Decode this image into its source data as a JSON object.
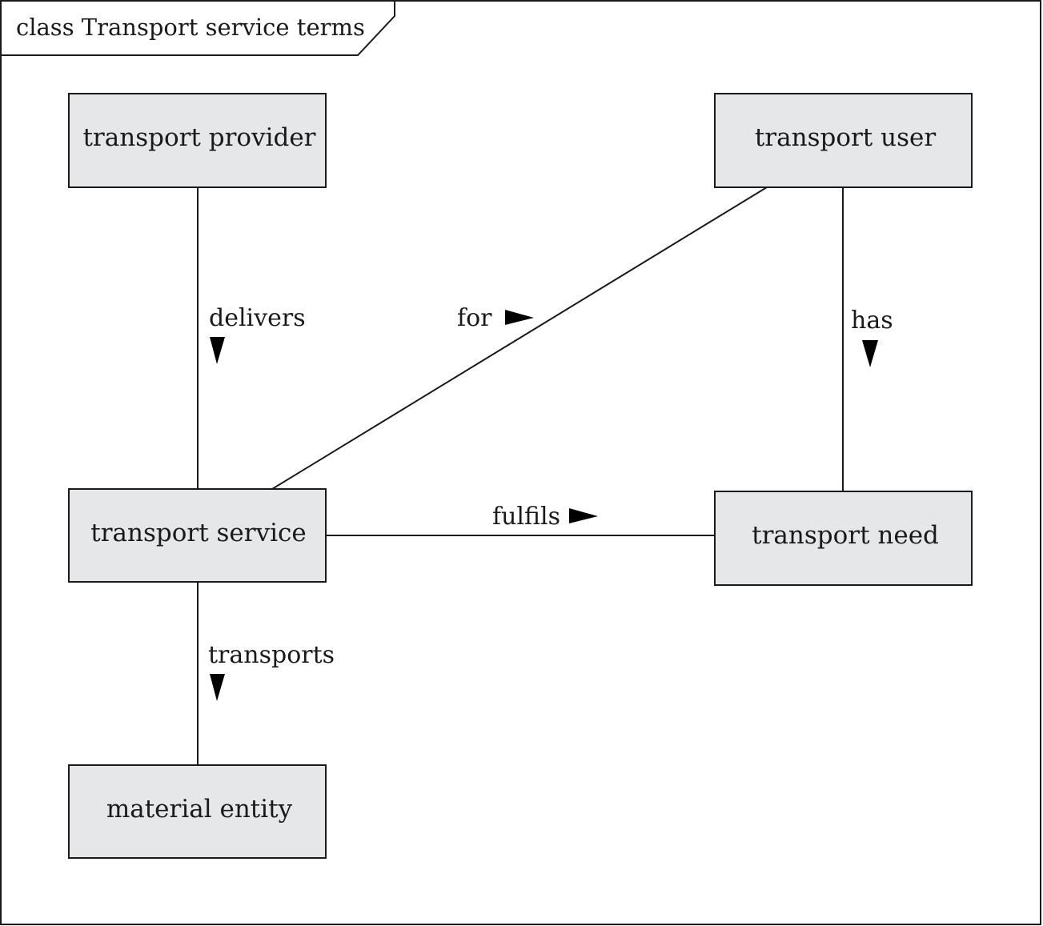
{
  "frame": {
    "title": "class Transport service terms"
  },
  "classes": {
    "transport_provider": "transport provider",
    "transport_user": "transport user",
    "transport_service": "transport service",
    "transport_need": "transport need",
    "material_entity": "material entity"
  },
  "associations": {
    "delivers": "delivers",
    "for": "for",
    "has": "has",
    "fulfils": "fulfils",
    "transports": "transports"
  },
  "colors": {
    "box_fill": "#e6e7e8",
    "stroke": "#1a1a1a",
    "arrow": "#000000"
  }
}
